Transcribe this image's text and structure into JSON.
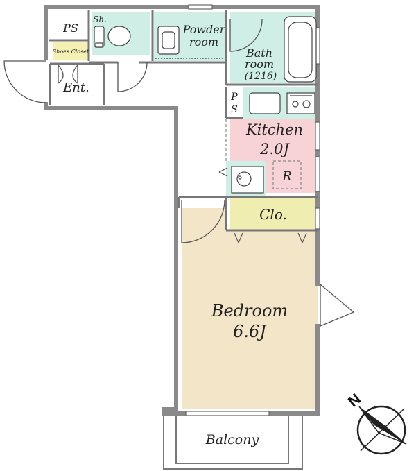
{
  "rooms": {
    "ps_top": "PS",
    "shoes_closet": "Shoes Closet",
    "entrance": "Ent.",
    "shower": "Sh.",
    "powder_line1": "Powder",
    "powder_line2": "room",
    "bath_line1": "Bath",
    "bath_line2": "room",
    "bath_size": "(1216)",
    "ps_kitchen_1": "P",
    "ps_kitchen_2": "S",
    "kitchen_name": "Kitchen",
    "kitchen_size": "2.0J",
    "fridge": "R",
    "closet": "Clo.",
    "bedroom_name": "Bedroom",
    "bedroom_size": "6.6J",
    "balcony": "Balcony"
  },
  "compass": {
    "north": "N"
  },
  "colors": {
    "wall": "#8a8a8a",
    "wet_area": "#cfeee6",
    "kitchen": "#f7d3d5",
    "closet": "#f0edb0",
    "bedroom": "#f3e5c8",
    "shoes": "#f5f1b4"
  }
}
